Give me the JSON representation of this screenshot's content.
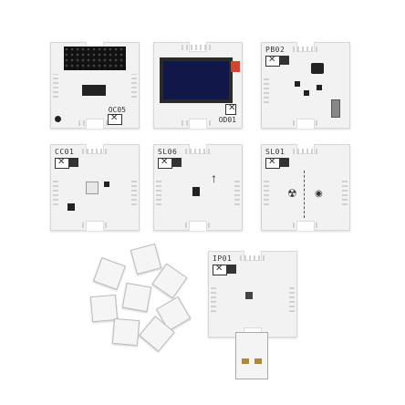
{
  "boards": [
    {
      "name": "oc05-board",
      "code_br": "OC05"
    },
    {
      "name": "od01-board",
      "code_br": "OD01"
    },
    {
      "name": "pb02-board",
      "code_tl": "PB02"
    },
    {
      "name": "cc01-board",
      "code_tl": "CC01"
    },
    {
      "name": "sl06-board",
      "code_tl": "SL06"
    },
    {
      "name": "sl01-board",
      "code_tl": "SL01"
    },
    {
      "name": "ip01-board",
      "code_tl": "IP01"
    }
  ]
}
